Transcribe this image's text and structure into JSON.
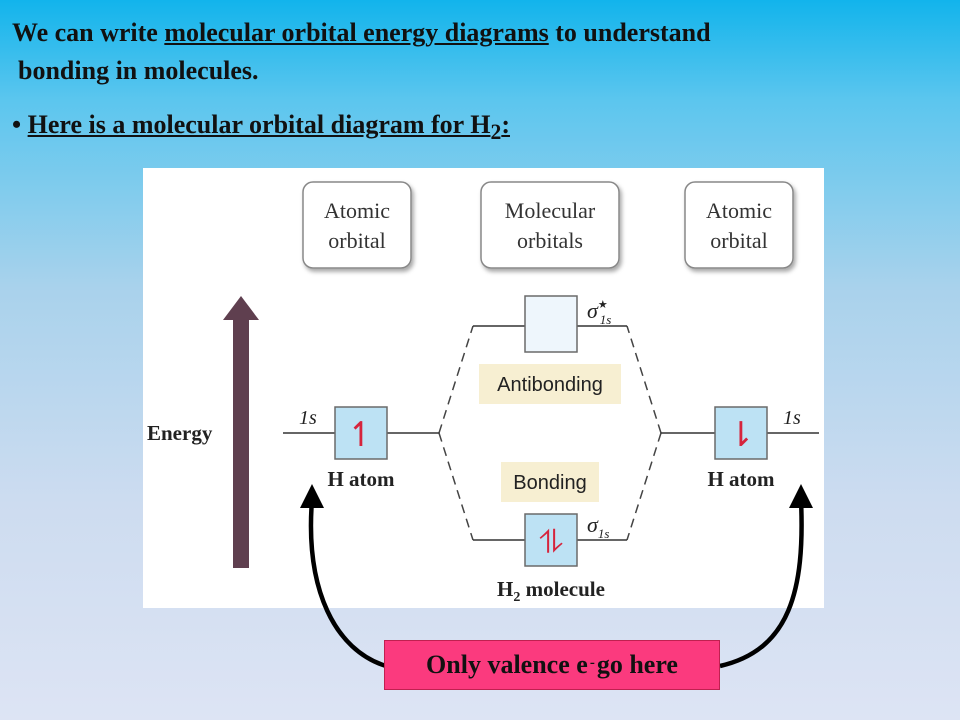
{
  "headline": {
    "pre": "We can write ",
    "term": "molecular orbital energy diagrams",
    "post": " to understand",
    "line2": "bonding in molecules."
  },
  "bullet": {
    "symbol": "•",
    "text": "Here is a molecular orbital diagram for H",
    "subscript": "2",
    "suffix": ":"
  },
  "diagram": {
    "boxes": {
      "left_line1": "Atomic",
      "left_line2": "orbital",
      "center_line1": "Molecular",
      "center_line2": "orbitals",
      "right_line1": "Atomic",
      "right_line2": "orbital"
    },
    "energy_label": "Energy",
    "left_orbital_label": "1s",
    "right_orbital_label": "1s",
    "left_atom_label": "H atom",
    "right_atom_label": "H atom",
    "antibonding_label": "Antibonding",
    "bonding_label": "Bonding",
    "sigma_symbol": "σ",
    "sigma_star_sub": "1s",
    "sigma_star_sup": "★",
    "sigma_sub": "1s",
    "molecule_label_pre": "H",
    "molecule_label_sub": "2",
    "molecule_label_post": " molecule",
    "left_electron": "↿",
    "right_electron": "⇂",
    "bonding_electrons": "⥮",
    "colors": {
      "arrow": "#5f3f4f",
      "orbital_fill": "#bde2f4",
      "antibonding_fill": "#eef6fc",
      "label_fill": "#f7efd2",
      "electron": "#d6243c",
      "box_border": "#6a6a6a"
    }
  },
  "callout": {
    "pre": "Only valence e",
    "sup": "-",
    "post": " go here",
    "color": "#fb3a7e"
  }
}
